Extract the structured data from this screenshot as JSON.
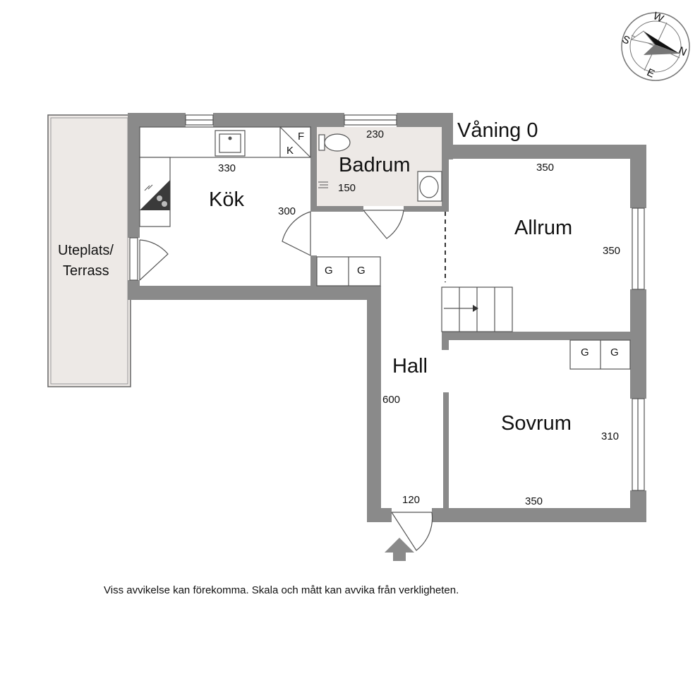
{
  "floor": {
    "title": "Våning 0"
  },
  "rooms": {
    "kitchen": "Kök",
    "bathroom": "Badrum",
    "living": "Allrum",
    "hall": "Hall",
    "bedroom": "Sovrum",
    "terrace_line1": "Uteplats/",
    "terrace_line2": "Terrass"
  },
  "dimensions": {
    "kitchen_width": "330",
    "kitchen_depth": "300",
    "bathroom_width": "230",
    "bathroom_depth": "150",
    "living_width": "350",
    "living_depth": "350",
    "hall_length": "600",
    "entrance_width": "120",
    "bedroom_width": "350",
    "bedroom_depth": "310"
  },
  "fixtures": {
    "fridge": "K",
    "freezer": "F",
    "wardrobe": "G"
  },
  "compass": {
    "n": "N",
    "e": "E",
    "s": "S",
    "w": "W"
  },
  "disclaimer": "Viss avvikelse kan förekomma. Skala och mått kan avvika från verkligheten.",
  "colors": {
    "wall": "#8a8a8a",
    "terrace": "#ede9e6",
    "bathroom_floor": "#ede9e6"
  }
}
